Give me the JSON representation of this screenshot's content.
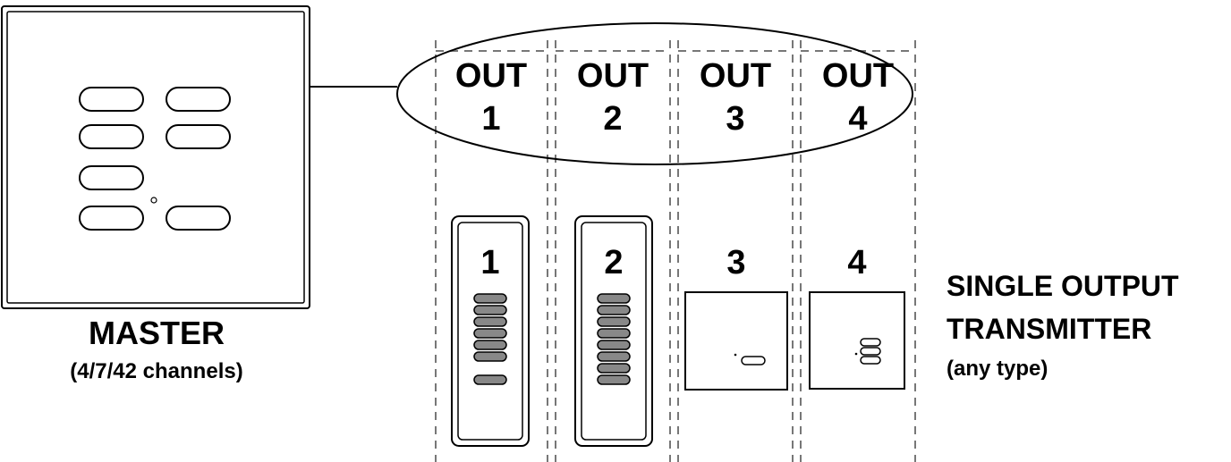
{
  "master": {
    "title": "MASTER",
    "subtitle": "(4/7/42 channels)"
  },
  "outputs": [
    {
      "label_top": "OUT",
      "label_num": "1",
      "device_number": "1"
    },
    {
      "label_top": "OUT",
      "label_num": "2",
      "device_number": "2"
    },
    {
      "label_top": "OUT",
      "label_num": "3",
      "device_number": "3"
    },
    {
      "label_top": "OUT",
      "label_num": "4",
      "device_number": "4"
    }
  ],
  "transmitter": {
    "line1": "SINGLE OUTPUT",
    "line2": "TRANSMITTER",
    "subtitle": "(any type)"
  },
  "colors": {
    "stroke": "#000000",
    "dashed": "#777777",
    "slider_button_fill": "#888888",
    "background": "#ffffff"
  }
}
